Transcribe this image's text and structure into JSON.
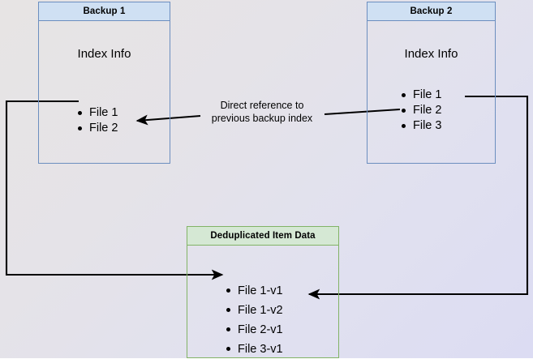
{
  "diagram": {
    "title": "Backup deduplication index reference diagram",
    "colors": {
      "blue_border": "#6c8ebf",
      "blue_header_fill": "#cfe0f3",
      "green_border": "#82b366",
      "green_header_fill": "#d5e8d4",
      "edge_stroke": "#000000",
      "background_start": "#e7e4e4",
      "background_end": "#dcdcf3"
    },
    "nodes": {
      "backup1": {
        "header": "Backup 1",
        "section_label": "Index Info",
        "files": [
          "File 1",
          "File 2"
        ]
      },
      "backup2": {
        "header": "Backup 2",
        "section_label": "Index Info",
        "files": [
          "File 1",
          "File 2",
          "File 3"
        ]
      },
      "dedup": {
        "header": "Deduplicated Item Data",
        "files": [
          "File 1-v1",
          "File 1-v2",
          "File 2-v1",
          "File 3-v1"
        ]
      }
    },
    "edges": {
      "direct_reference": {
        "label_line1": "Direct reference to",
        "label_line2": "previous backup index",
        "from": "Backup 2 File 2",
        "to": "Backup 1 File 2"
      },
      "backup1_to_dedup": {
        "from": "Backup 1 File 1",
        "to": "Deduplicated Item Data File 1-v1"
      },
      "backup2_to_dedup": {
        "from": "Backup 2 File 1",
        "to": "Deduplicated Item Data File 1-v2"
      }
    }
  }
}
